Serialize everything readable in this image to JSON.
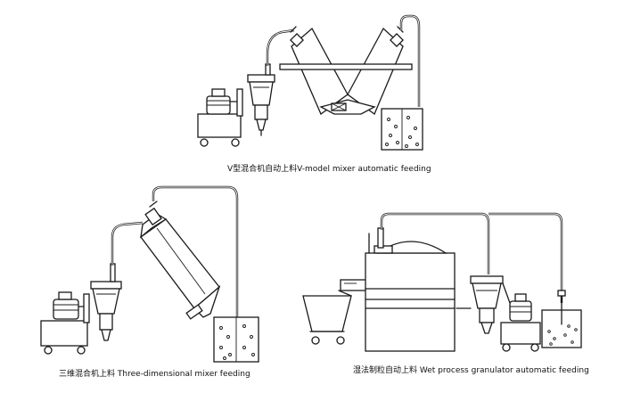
{
  "captions": {
    "v_mixer": "V型混合机自动上料V-model mixer automatic feeding",
    "three_d_mixer": "三维混合机上料 Three-dimensional mixer feeding",
    "wet_granulator": "湿法制粒自动上料 Wet process granulator automatic feeding"
  }
}
